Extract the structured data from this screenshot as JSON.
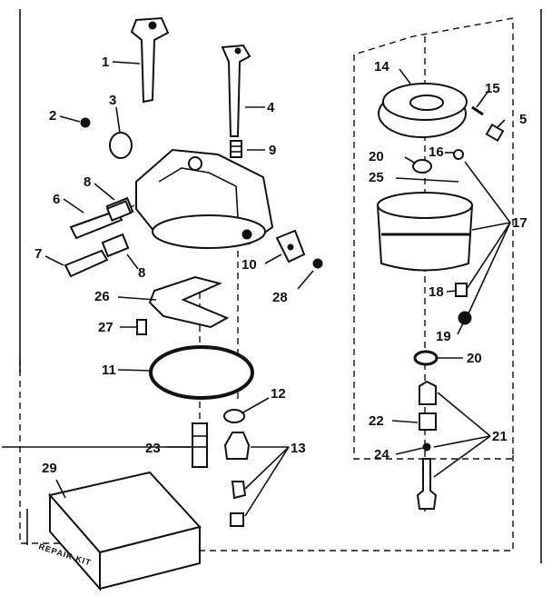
{
  "callouts": [
    {
      "id": "c1",
      "text": "1"
    },
    {
      "id": "c2",
      "text": "2"
    },
    {
      "id": "c3",
      "text": "3"
    },
    {
      "id": "c4",
      "text": "4"
    },
    {
      "id": "c5",
      "text": "5"
    },
    {
      "id": "c6",
      "text": "6"
    },
    {
      "id": "c7",
      "text": "7"
    },
    {
      "id": "c8a",
      "text": "8"
    },
    {
      "id": "c8b",
      "text": "8"
    },
    {
      "id": "c9",
      "text": "9"
    },
    {
      "id": "c10",
      "text": "10"
    },
    {
      "id": "c11",
      "text": "11"
    },
    {
      "id": "c12",
      "text": "12"
    },
    {
      "id": "c13",
      "text": "13"
    },
    {
      "id": "c14",
      "text": "14"
    },
    {
      "id": "c15",
      "text": "15"
    },
    {
      "id": "c16",
      "text": "16"
    },
    {
      "id": "c17",
      "text": "17"
    },
    {
      "id": "c18",
      "text": "18"
    },
    {
      "id": "c19",
      "text": "19"
    },
    {
      "id": "c20a",
      "text": "20"
    },
    {
      "id": "c20b",
      "text": "20"
    },
    {
      "id": "c21",
      "text": "21"
    },
    {
      "id": "c22",
      "text": "22"
    },
    {
      "id": "c23",
      "text": "23"
    },
    {
      "id": "c24",
      "text": "24"
    },
    {
      "id": "c25",
      "text": "25"
    },
    {
      "id": "c26",
      "text": "26"
    },
    {
      "id": "c27",
      "text": "27"
    },
    {
      "id": "c28",
      "text": "28"
    },
    {
      "id": "c29",
      "text": "29"
    }
  ],
  "repair_kit_label": "REPAIR KIT",
  "colors": {
    "ink": "#111111",
    "paper": "#ffffff"
  }
}
